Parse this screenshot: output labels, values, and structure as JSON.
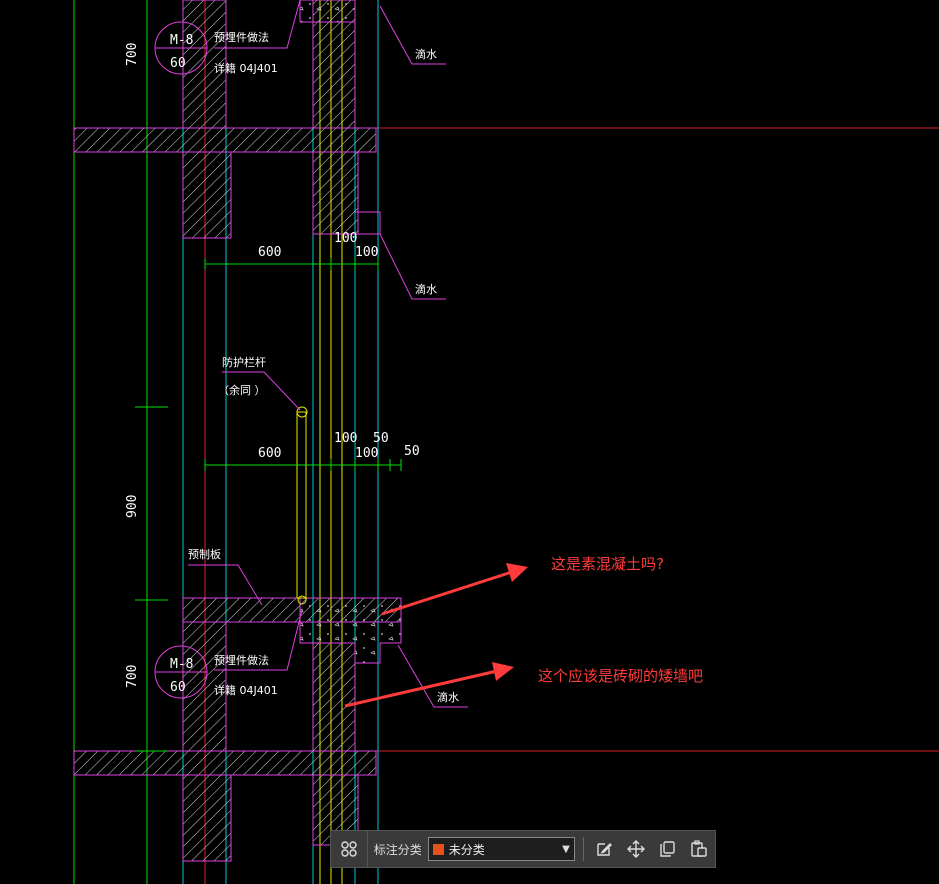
{
  "drawing": {
    "dims": {
      "d600_top": "600",
      "d100_a": "100",
      "d100_b": "100",
      "d600_mid": "600",
      "d100_c": "100",
      "d50_a": "50",
      "d100_d": "100",
      "d50_b": "50",
      "d700_top": "700",
      "d900": "900",
      "d700_bot": "700"
    },
    "labels": {
      "embed_top": "预埋件做法",
      "detail_top": "详籍  04J401",
      "drip_1": "滴水",
      "drip_2": "滴水",
      "guardrail": "防护栏杆",
      "guardrail_sub": "（余同  ）",
      "precast": "预制板",
      "embed_bot": "预埋件做法",
      "detail_bot": "详籍  04J401",
      "drip_3": "滴水"
    },
    "callout_top": {
      "upper": "M-8",
      "lower": "60"
    },
    "callout_bot": {
      "upper": "M-8",
      "lower": "60"
    },
    "annotations": {
      "question_1": "这是素混凝土吗?",
      "question_2": "这个应该是砖砌的矮墙吧"
    }
  },
  "toolbar": {
    "label": "标注分类",
    "select_value": "未分类",
    "select_color": "#e8501c"
  }
}
